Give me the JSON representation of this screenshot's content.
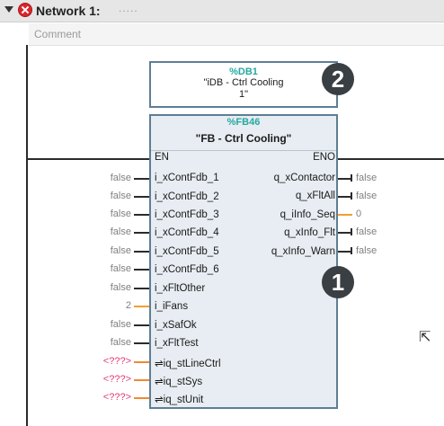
{
  "network": {
    "title": "Network 1:",
    "title_dots": ".....",
    "comment_placeholder": "Comment"
  },
  "instance_db": {
    "address": "%DB1",
    "name_line1": "\"iDB - Ctrl Cooling",
    "name_line2": "1\""
  },
  "fb": {
    "address": "%FB46",
    "type": "\"FB - Ctrl Cooling\"",
    "en_label": "EN",
    "eno_label": "ENO",
    "inputs": [
      {
        "name": "i_xContFdb_1",
        "value": "false"
      },
      {
        "name": "i_xContFdb_2",
        "value": "false"
      },
      {
        "name": "i_xContFdb_3",
        "value": "false"
      },
      {
        "name": "i_xContFdb_4",
        "value": "false"
      },
      {
        "name": "i_xContFdb_5",
        "value": "false"
      },
      {
        "name": "i_xContFdb_6",
        "value": "false"
      },
      {
        "name": "i_xFltOther",
        "value": "false"
      },
      {
        "name": "i_iFans",
        "value": "2"
      },
      {
        "name": "i_xSafOk",
        "value": "false"
      },
      {
        "name": "i_xFltTest",
        "value": "false"
      },
      {
        "name": "⇌iq_stLineCtrl",
        "value": "<???>"
      },
      {
        "name": "⇌iq_stSys",
        "value": "<???>"
      },
      {
        "name": "⇌iq_stUnit",
        "value": "<???>"
      }
    ],
    "outputs": [
      {
        "name": "q_xContactor",
        "value": "false"
      },
      {
        "name": "q_xFltAll",
        "value": "false"
      },
      {
        "name": "q_iInfo_Seq",
        "value": "0"
      },
      {
        "name": "q_xInfo_Flt",
        "value": "false"
      },
      {
        "name": "q_xInfo_Warn",
        "value": "false"
      }
    ]
  },
  "badges": {
    "badge_1": "1",
    "badge_2": "2"
  },
  "colors": {
    "block_border": "#5e7e95",
    "block_fill": "#e7edf2",
    "address_teal": "#27a8a0",
    "unassigned_pink": "#e23b77",
    "int_wire_orange": "#f0a030",
    "error_red": "#d9262b"
  }
}
